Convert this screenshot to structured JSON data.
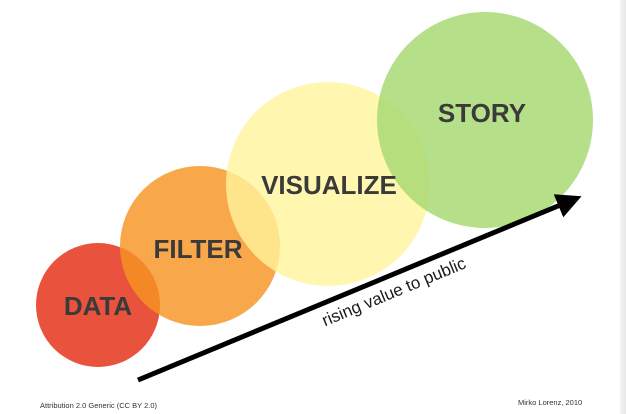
{
  "stages": [
    {
      "id": "data",
      "label": "DATA",
      "color": "#e63a22"
    },
    {
      "id": "filter",
      "label": "FILTER",
      "color": "#f79422"
    },
    {
      "id": "visualize",
      "label": "VISUALIZE",
      "color": "#fff59c"
    },
    {
      "id": "story",
      "label": "STORY",
      "color": "#a6d870"
    }
  ],
  "arrow": {
    "caption": "rising value to public",
    "color": "#000000"
  },
  "footer": {
    "attribution": "Attribution 2.0 Generic (CC BY 2.0)",
    "credit": "Mirko Lorenz, 2010"
  }
}
